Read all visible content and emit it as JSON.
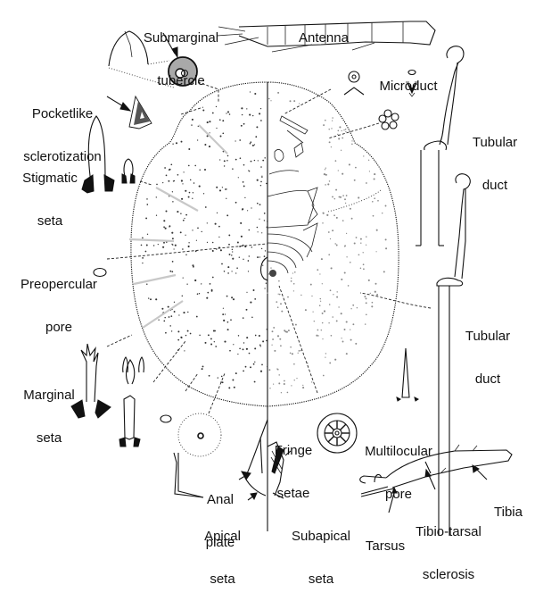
{
  "figure": {
    "subject": "Scale insect (puparium) diagnostic features",
    "labels": {
      "submarginal_tubercle": [
        "Submarginal",
        "tubercle"
      ],
      "antenna": [
        "Antenna"
      ],
      "pocketlike_sclerotization": [
        "Pocketlike",
        "sclerotization"
      ],
      "microduct": [
        "Microduct"
      ],
      "tubular_duct_upper": [
        "Tubular",
        "duct"
      ],
      "stigmatic_seta": [
        "Stigmatic",
        "seta"
      ],
      "preopercular_pore": [
        "Preopercular",
        "pore"
      ],
      "tubular_duct_lower": [
        "Tubular",
        "duct"
      ],
      "marginal_seta": [
        "Marginal",
        "seta"
      ],
      "fringe_setae": [
        "Fringe",
        "setae"
      ],
      "multilocular_pore": [
        "Multilocular",
        "pore"
      ],
      "anal_plate": [
        "Anal",
        "plate"
      ],
      "apical_seta": [
        "Apical",
        "seta"
      ],
      "subapical_seta": [
        "Subapical",
        "seta"
      ],
      "tibia": [
        "Tibia"
      ],
      "tarsus": [
        "Tarsus"
      ],
      "tibio_tarsal_sclerosis": [
        "Tibio-tarsal",
        "sclerosis"
      ]
    },
    "colors": {
      "ink": "#111111",
      "tubercle_fill": "#a9a9a9",
      "sclerotization_fill": "#555555",
      "background": "#ffffff"
    }
  }
}
